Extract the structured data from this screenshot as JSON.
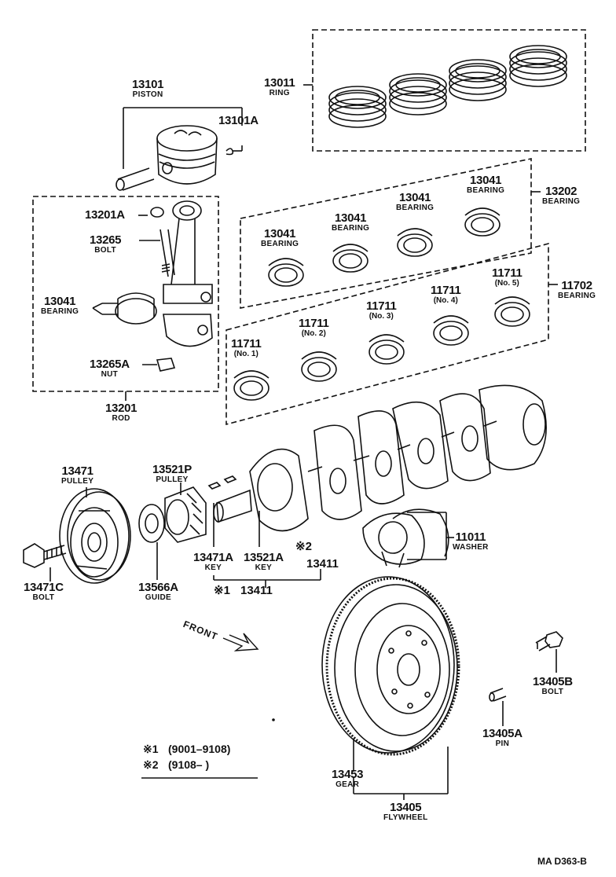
{
  "parts": {
    "p13101": {
      "num": "13101",
      "name": "PISTON"
    },
    "p13101A": {
      "num": "13101A"
    },
    "p13011": {
      "num": "13011",
      "name": "RING"
    },
    "p13201A": {
      "num": "13201A"
    },
    "p13265": {
      "num": "13265",
      "name": "BOLT"
    },
    "p13041_rod": {
      "num": "13041",
      "name": "BEARING"
    },
    "p13265A": {
      "num": "13265A",
      "name": "NUT"
    },
    "p13201": {
      "num": "13201",
      "name": "ROD"
    },
    "p13041_a": {
      "num": "13041",
      "name": "BEARING"
    },
    "p13041_b": {
      "num": "13041",
      "name": "BEARING"
    },
    "p13041_c": {
      "num": "13041",
      "name": "BEARING"
    },
    "p13041_d": {
      "num": "13041",
      "name": "BEARING"
    },
    "p13202": {
      "num": "13202",
      "name": "BEARING"
    },
    "p11711_1": {
      "num": "11711",
      "sub": "(No. 1)"
    },
    "p11711_2": {
      "num": "11711",
      "sub": "(No. 2)"
    },
    "p11711_3": {
      "num": "11711",
      "sub": "(No. 3)"
    },
    "p11711_4": {
      "num": "11711",
      "sub": "(No. 4)"
    },
    "p11711_5": {
      "num": "11711",
      "sub": "(No. 5)"
    },
    "p11702": {
      "num": "11702",
      "name": "BEARING"
    },
    "p13471": {
      "num": "13471",
      "name": "PULLEY"
    },
    "p13521P": {
      "num": "13521P",
      "name": "PULLEY"
    },
    "p13471C": {
      "num": "13471C",
      "name": "BOLT"
    },
    "p13566A": {
      "num": "13566A",
      "name": "GUIDE"
    },
    "p13471A": {
      "num": "13471A",
      "name": "KEY"
    },
    "p13521A": {
      "num": "13521A",
      "name": "KEY"
    },
    "p13411_2": {
      "mark": "※2",
      "num": "13411"
    },
    "p13411_1": {
      "mark": "※1",
      "num": "13411"
    },
    "p11011": {
      "num": "11011",
      "name": "WASHER"
    },
    "p13405B": {
      "num": "13405B",
      "name": "BOLT"
    },
    "p13405A": {
      "num": "13405A",
      "name": "PIN"
    },
    "p13453": {
      "num": "13453",
      "name": "GEAR"
    },
    "p13405": {
      "num": "13405",
      "name": "FLYWHEEL"
    }
  },
  "front_label": "FRONT",
  "legend": {
    "row1": {
      "mark": "※1",
      "text": "(9001–9108)"
    },
    "row2": {
      "mark": "※2",
      "text": "(9108–          )"
    }
  },
  "figure_code": "MA  D363-B"
}
